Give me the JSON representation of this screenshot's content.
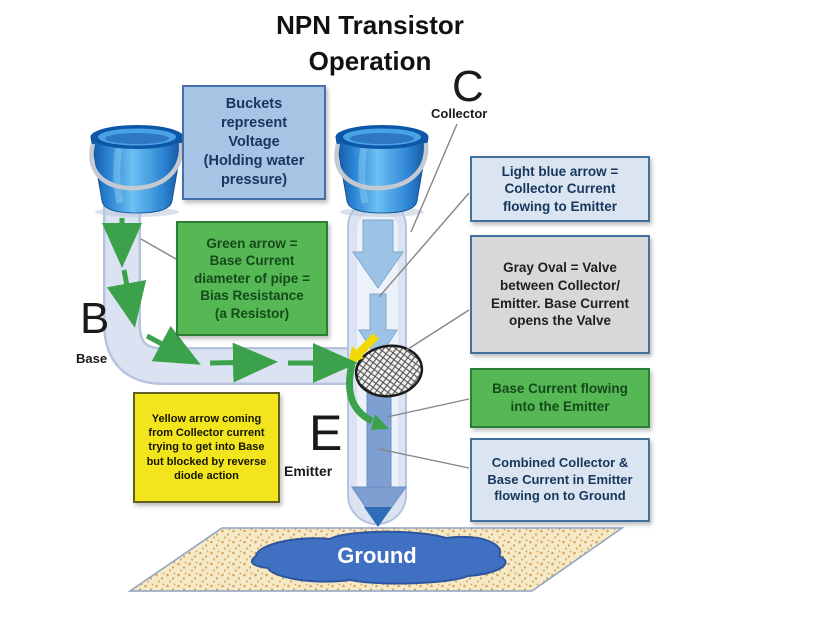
{
  "title": "NPN Transistor\nOperation",
  "ground_label": "Ground",
  "terminals": {
    "collector": {
      "letter": "C",
      "label": "Collector"
    },
    "base": {
      "letter": "B",
      "label": "Base"
    },
    "emitter": {
      "letter": "E",
      "label": "Emitter"
    }
  },
  "callouts": {
    "buckets": "Buckets\nrepresent\nVoltage\n(Holding water\npressure)",
    "green_arrow": "Green arrow =\nBase Current\ndiameter of pipe =\nBias Resistance\n(a Resistor)",
    "light_blue_arrow": "Light blue arrow =\nCollector Current\nflowing to Emitter",
    "gray_oval": "Gray Oval = Valve\nbetween Collector/\nEmitter. Base Current\nopens the Valve",
    "base_current": "Base Current flowing\ninto the Emitter",
    "combined": "Combined Collector &\nBase Current in Emitter\nflowing on to Ground",
    "yellow_arrow": "Yellow arrow coming\nfrom Collector current\ntrying to get into Base\nbut blocked by reverse\ndiode action"
  },
  "colors": {
    "green_arrow": "#3ba24b",
    "light_blue_arrow": "#9cc3e6",
    "emitter_arrow": "#7e9fd1",
    "emitter_arrow_tip": "#2f6db6",
    "yellow_arrow": "#f2d900",
    "pipe_fill": "#dbe3f2",
    "pipe_border": "#b6c4de",
    "blue_box_fill": "#a6c5e4",
    "blue_box_border": "#4472a8",
    "blue_box_text": "#17365d",
    "lightbox_fill": "#dbe5f1",
    "lightbox_border": "#41719c",
    "green_box_fill": "#55b855",
    "green_box_border": "#2e7d36",
    "green_box_text": "#154a1a",
    "gray_box_fill": "#d8d8d8",
    "yellow_box_fill": "#f3e51d",
    "yellow_box_border": "#5f5f1f",
    "sand_fill": "#f6e9c6",
    "puddle_fill": "#4070c2",
    "bucket_blue": "#2e86d4"
  }
}
